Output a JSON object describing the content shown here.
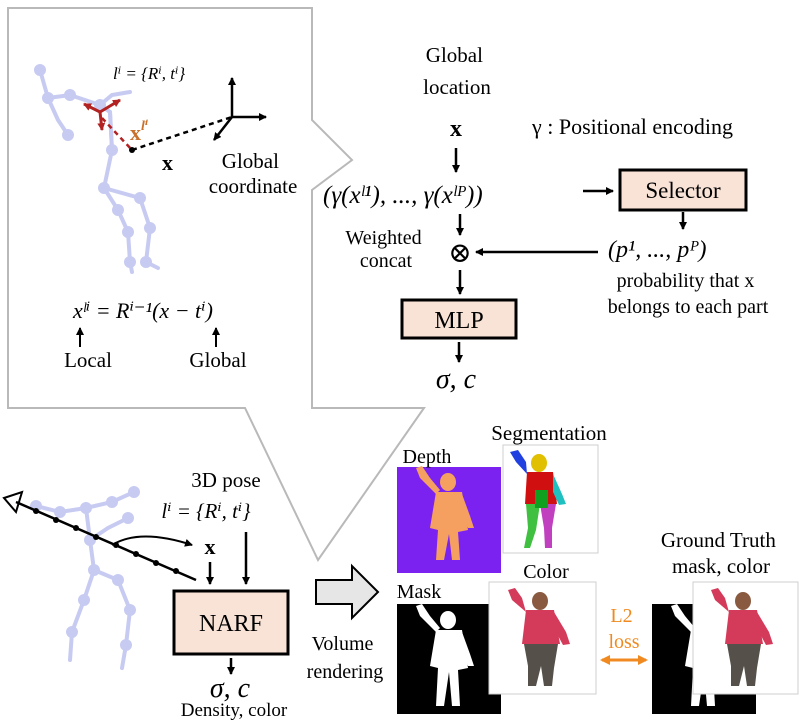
{
  "callout": {
    "bone_def": "lⁱ = {Rⁱ, tⁱ}",
    "local_point": "x",
    "local_point_sup": "lⁱ",
    "point_x": "x",
    "global_coord": [
      "Global",
      "coordinate"
    ],
    "transform_eq": "xˡⁱ = Rⁱ⁻¹(x − tⁱ)",
    "local_label": "Local",
    "global_label": "Global"
  },
  "pipeline": {
    "global_location": [
      "Global",
      "location"
    ],
    "x_input": "x",
    "positional_encoding": "γ : Positional encoding",
    "encoded_tuple": "(γ(xˡ¹), ..., γ(xˡᴾ))",
    "selector": "Selector",
    "prob_tuple": "(p¹, ..., pᴾ)",
    "prob_desc": [
      "probability that x",
      "belongs to each part"
    ],
    "weighted_concat": [
      "Weighted",
      "concat"
    ],
    "otimes": "⊗",
    "mlp": "MLP",
    "output": "σ, c"
  },
  "bottom": {
    "pose_title": "3D pose",
    "pose_def": "lⁱ = {Rⁱ, tⁱ}",
    "x_label": "x",
    "narf": "NARF",
    "output": "σ, c",
    "output_desc": "Density, color",
    "volume_rendering": [
      "Volume",
      "rendering"
    ],
    "depth": "Depth",
    "segmentation": "Segmentation",
    "mask": "Mask",
    "color": "Color",
    "loss": [
      "L2",
      "loss"
    ],
    "ground_truth": [
      "Ground Truth",
      "mask, color"
    ]
  },
  "colors": {
    "skeleton": "#c7cbf2",
    "box_fill": "#f9e2d6",
    "local_frame": "#b22222",
    "local_label": "#c8702c",
    "loss": "#f08a20",
    "depth_bg": "#7b22f0",
    "depth_body": "#f5a060"
  }
}
